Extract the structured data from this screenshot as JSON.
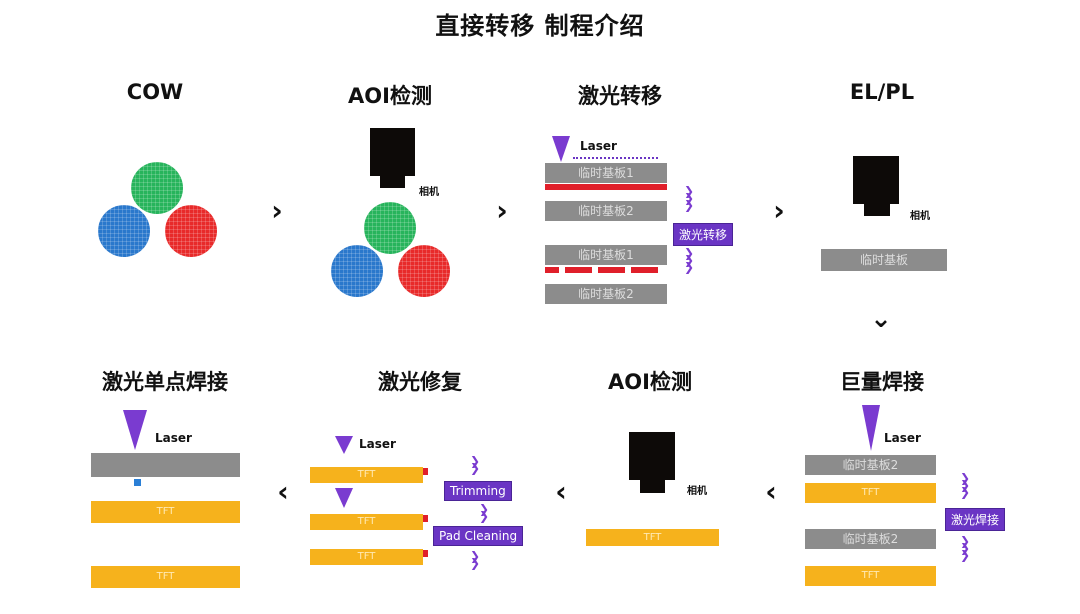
{
  "title": "直接转移 制程介绍",
  "colors": {
    "accent": "#6a35c4",
    "laser": "#7a3bd0",
    "plate": "#8c8c8c",
    "tft": "#f6b21c",
    "red": "#e01f2a",
    "green": "#2fd05a",
    "blue": "#2a7fd6"
  },
  "steps": [
    {
      "title": "COW"
    },
    {
      "title": "AOI检测",
      "camera_label": "相机"
    },
    {
      "title": "激光转移",
      "laser_label": "Laser",
      "plate1": "临时基板1",
      "plate2": "临时基板2",
      "tag": "激光转移"
    },
    {
      "title": "EL/PL",
      "camera_label": "相机",
      "plate": "临时基板"
    },
    {
      "title": "巨量焊接",
      "laser_label": "Laser",
      "plate": "临时基板2",
      "tft": "TFT",
      "tag": "激光焊接"
    },
    {
      "title": "AOI检测",
      "camera_label": "相机",
      "tft": "TFT"
    },
    {
      "title": "激光修复",
      "laser_label": "Laser",
      "tft": "TFT",
      "tag1": "Trimming",
      "tag2": "Pad Cleaning"
    },
    {
      "title": "激光单点焊接",
      "laser_label": "Laser",
      "tft": "TFT"
    }
  ],
  "icons": {
    "chevron_right": "›",
    "chevron_left": "‹",
    "chevron_down": "⌄",
    "down_arrows": "︾"
  }
}
